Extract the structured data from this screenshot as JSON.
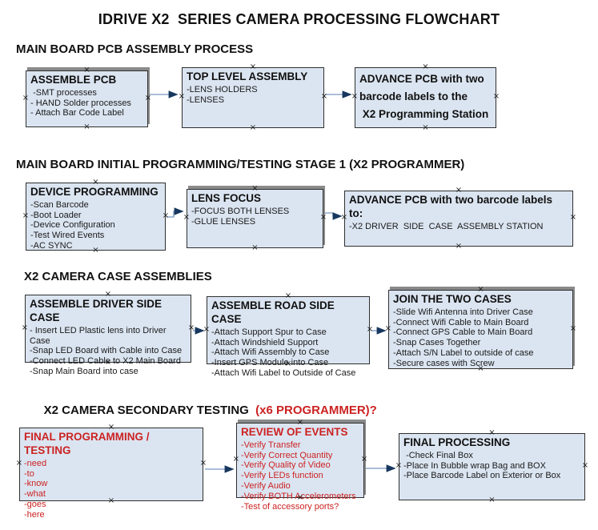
{
  "title": "IDRIVE X2  SERIES CAMERA PROCESSING FLOWCHART",
  "colors": {
    "box_fill": "#dbe5f1",
    "box_border": "#2f2f2f",
    "box_shadow": "#8a8a8a",
    "red_text": "#cc2222",
    "arrow_line": "#8da9cc",
    "arrow_head": "#17375e"
  },
  "icons": {
    "connection_point_glyph": "×"
  },
  "sections": [
    {
      "heading": "MAIN BOARD PCB ASSEMBLY PROCESS",
      "boxes": [
        {
          "title": "ASSEMBLE PCB",
          "items": [
            " -SMT processes",
            "- HAND Solder processes",
            "- Attach Bar Code Label"
          ]
        },
        {
          "title": "TOP LEVEL ASSEMBLY",
          "items": [
            "-LENS HOLDERS",
            "-LENSES"
          ]
        },
        {
          "title": "ADVANCE PCB with two\nbarcode labels to the\n X2 Programming Station",
          "items": []
        }
      ]
    },
    {
      "heading": "MAIN BOARD INITIAL PROGRAMMING/TESTING STAGE 1 (X2 PROGRAMMER)",
      "boxes": [
        {
          "title": "DEVICE PROGRAMMING",
          "items": [
            "-Scan Barcode",
            "-Boot Loader",
            "-Device Configuration",
            "-Test Wired Events",
            "-AC SYNC"
          ]
        },
        {
          "title": "LENS FOCUS",
          "items": [
            "-FOCUS BOTH LENSES",
            "-GLUE LENSES"
          ]
        },
        {
          "title": "ADVANCE PCB with two barcode labels to:",
          "items": [
            "-X2 DRIVER  SIDE  CASE  ASSEMBLY STATION"
          ]
        }
      ]
    },
    {
      "heading": "X2 CAMERA CASE ASSEMBLIES",
      "boxes": [
        {
          "title": "ASSEMBLE DRIVER SIDE CASE",
          "items": [
            "- Insert LED Plastic lens into Driver Case",
            "-Snap LED Board with Cable into Case",
            "-Connect LED Cable to X2 Main Board",
            "-Snap Main Board into case"
          ]
        },
        {
          "title": "ASSEMBLE ROAD SIDE CASE",
          "items": [
            "-Attach Support Spur to Case",
            "-Attach Windshield Support",
            "-Attach Wifi Assembly to Case",
            "-Insert GPS Module into Case",
            "-Attach Wifi Label to Outside of Case"
          ]
        },
        {
          "title": "JOIN THE TWO CASES",
          "items": [
            "-Slide Wifi Antenna into Driver Case",
            "-Connect Wifi Cable to Main Board",
            "-Connect GPS Cable to Main Board",
            "-Snap Cases Together",
            "-Attach S/N Label to outside of case",
            "-Secure cases with Screw"
          ]
        }
      ]
    },
    {
      "heading": "X2 CAMERA SECONDARY TESTING",
      "heading_red": "  (x6 PROGRAMMER)?",
      "boxes": [
        {
          "title": "FINAL PROGRAMMING / TESTING",
          "items": [
            "-need",
            "-to",
            "-know",
            "-what",
            "-goes",
            "-here"
          ]
        },
        {
          "title": "REVIEW OF EVENTS",
          "items": [
            "-Verify Transfer",
            "-Verify Correct Quantity",
            "-Verify Quality of Video",
            "-Verify LEDs function",
            "-Verify Audio",
            "-Verify BOTH Accelerometers",
            "-Test of accessory ports?"
          ]
        },
        {
          "title": "FINAL PROCESSING",
          "items": [
            " -Check Final Box",
            "-Place In Bubble wrap Bag and BOX",
            "-Place Barcode Label on Exterior or Box"
          ]
        }
      ]
    }
  ]
}
